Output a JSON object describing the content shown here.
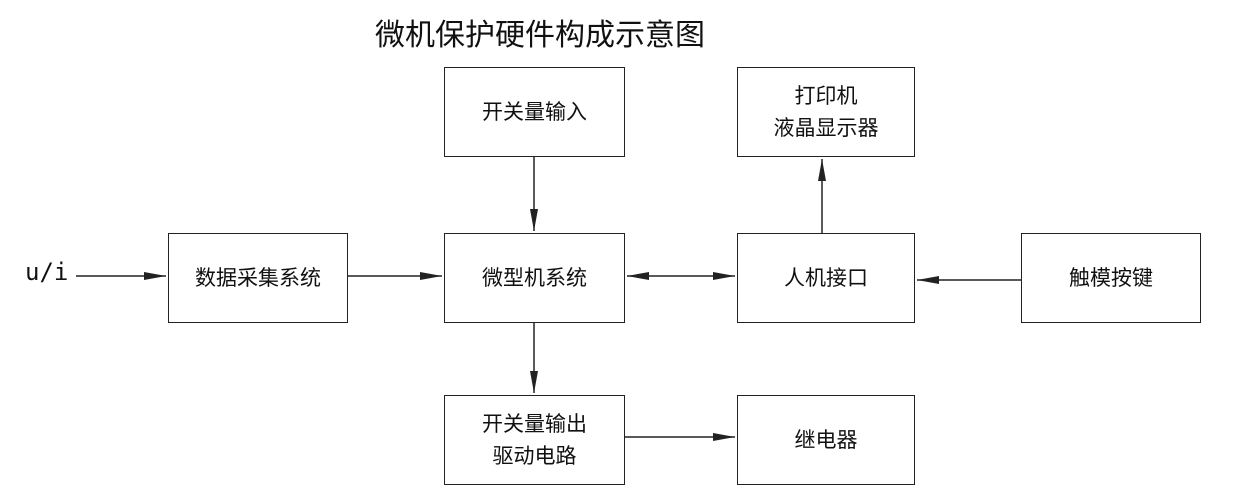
{
  "title": "微机保护硬件构成示意图",
  "input_label": "u/i",
  "boxes": {
    "switch_in": "开关量输入",
    "printer": "打印机",
    "lcd": "液晶显示器",
    "daq": "数据采集系统",
    "micro": "微型机系统",
    "hmi": "人机接口",
    "keys": "触模按键",
    "switch_out_1": "开关量输出",
    "switch_out_2": "驱动电路",
    "relay": "继电器"
  }
}
